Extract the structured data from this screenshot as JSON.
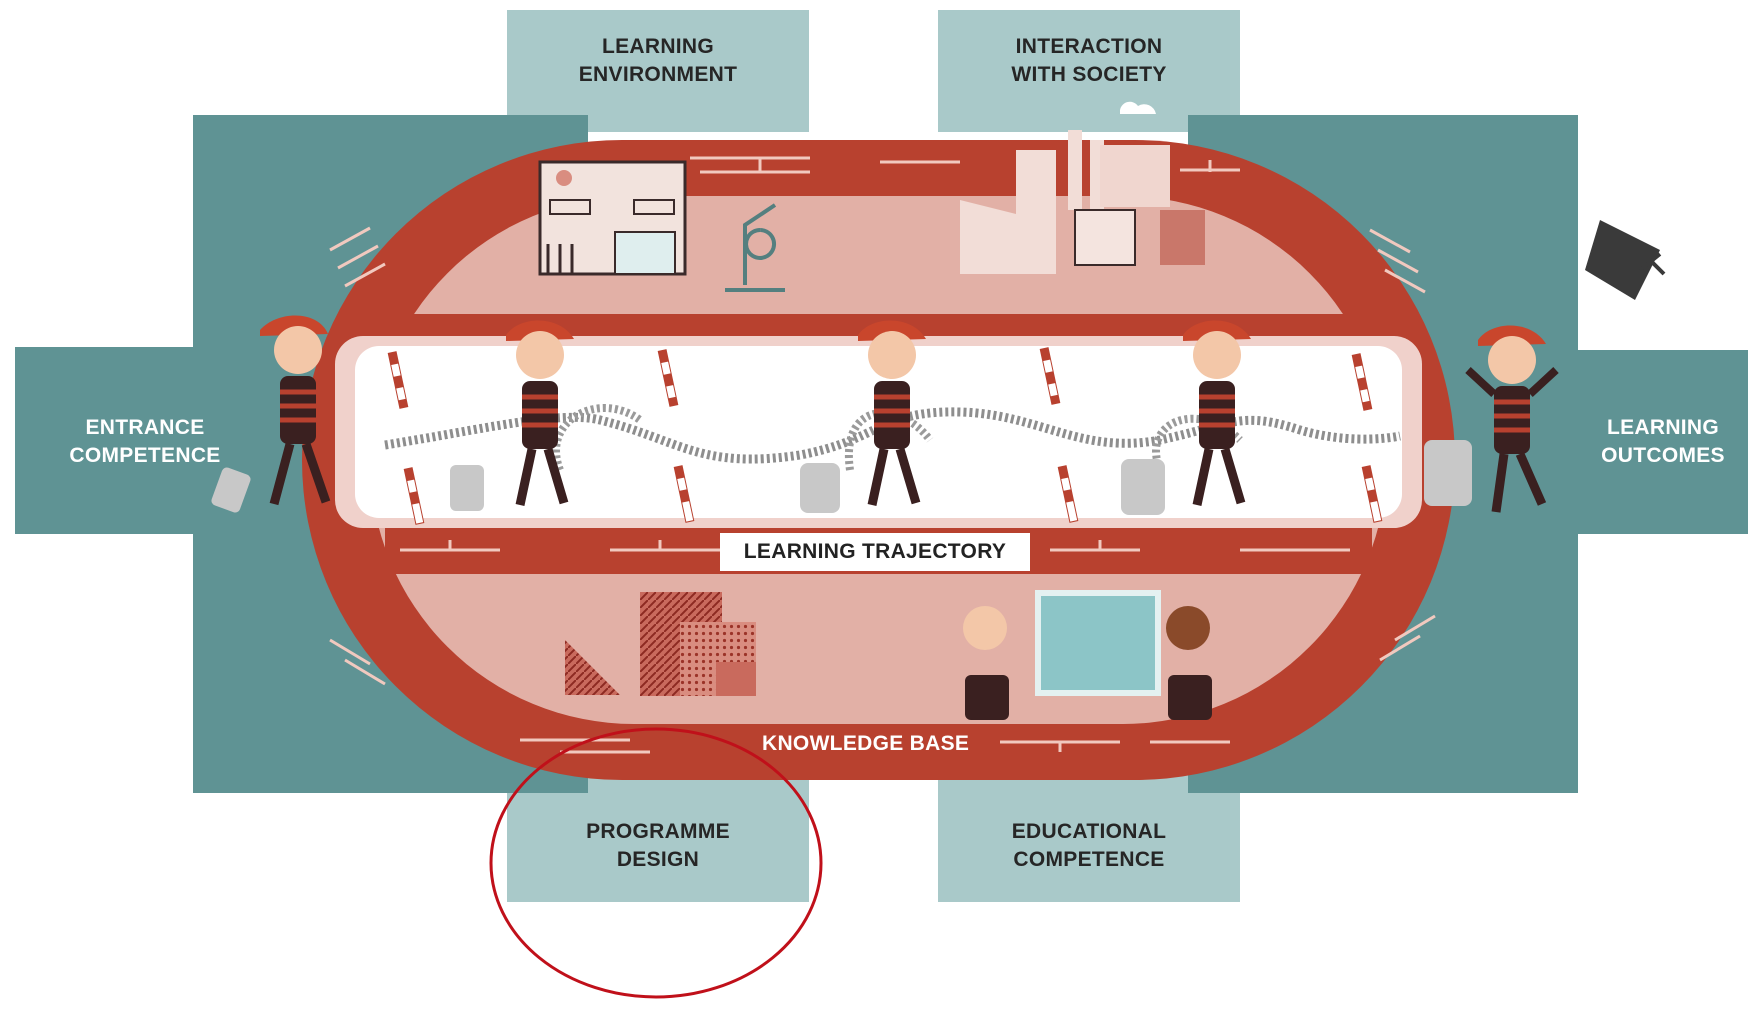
{
  "labels": {
    "learning_environment": [
      "LEARNING",
      "ENVIRONMENT"
    ],
    "interaction_with_society": [
      "INTERACTION",
      "WITH SOCIETY"
    ],
    "entrance_competence": [
      "ENTRANCE",
      "COMPETENCE"
    ],
    "learning_outcomes": [
      "LEARNING",
      "OUTCOMES"
    ],
    "programme_design": [
      "PROGRAMME",
      "DESIGN"
    ],
    "educational_competence": [
      "EDUCATIONAL",
      "COMPETENCE"
    ],
    "learning_trajectory": "LEARNING TRAJECTORY",
    "knowledge_base": "KNOWLEDGE BASE"
  },
  "colors": {
    "teal_dark": "#5f9394",
    "teal_light": "#a9c9c9",
    "brick_red": "#b8412f",
    "pink_inner": "#e2b0a6",
    "pink_track": "#f0d1cb",
    "highlight_circle": "#c0101a"
  }
}
